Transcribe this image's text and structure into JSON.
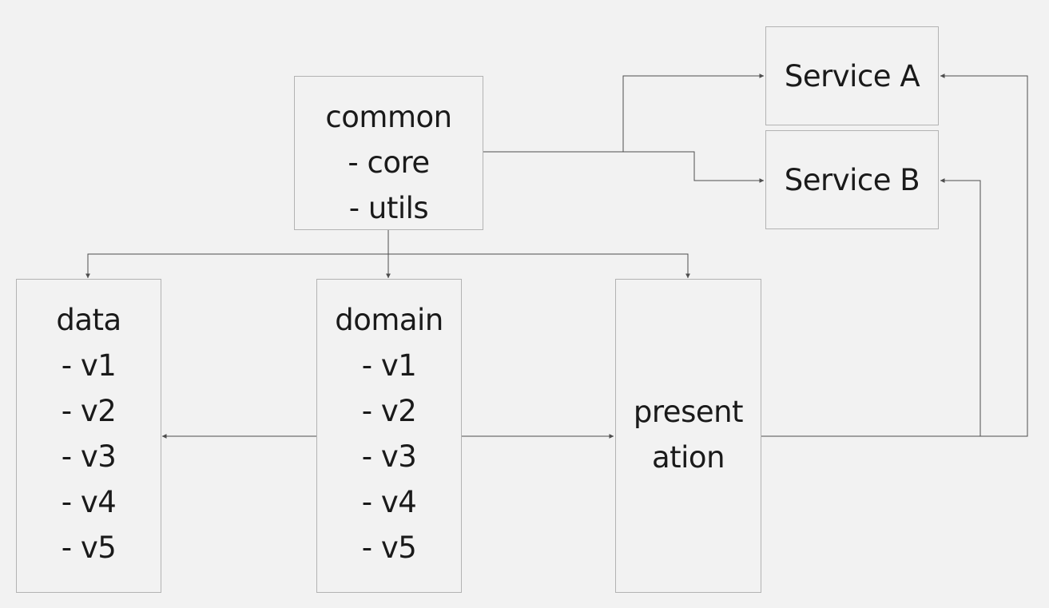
{
  "diagram": {
    "nodes": {
      "common": {
        "lines": [
          "common",
          "- core",
          "- utils"
        ]
      },
      "service_a": {
        "lines": [
          "Service A"
        ]
      },
      "service_b": {
        "lines": [
          "Service B"
        ]
      },
      "data": {
        "lines": [
          "data",
          "- v1",
          "- v2",
          "- v3",
          "- v4",
          "- v5"
        ]
      },
      "domain": {
        "lines": [
          "domain",
          "- v1",
          "- v2",
          "- v3",
          "- v4",
          "- v5"
        ]
      },
      "presentation": {
        "lines": [
          "present",
          "ation"
        ]
      }
    },
    "edges": [
      {
        "from": "common",
        "to": "service_a"
      },
      {
        "from": "common",
        "to": "service_b"
      },
      {
        "from": "common",
        "to": "data"
      },
      {
        "from": "common",
        "to": "domain"
      },
      {
        "from": "common",
        "to": "presentation"
      },
      {
        "from": "domain",
        "to": "data"
      },
      {
        "from": "domain",
        "to": "presentation"
      },
      {
        "from": "presentation",
        "to": "service_a"
      },
      {
        "from": "presentation",
        "to": "service_b"
      }
    ],
    "colors": {
      "background": "#f2f2f2",
      "node_border": "#b3b3b3",
      "edge": "#4d4d4d",
      "text": "#1a1a1a"
    }
  }
}
